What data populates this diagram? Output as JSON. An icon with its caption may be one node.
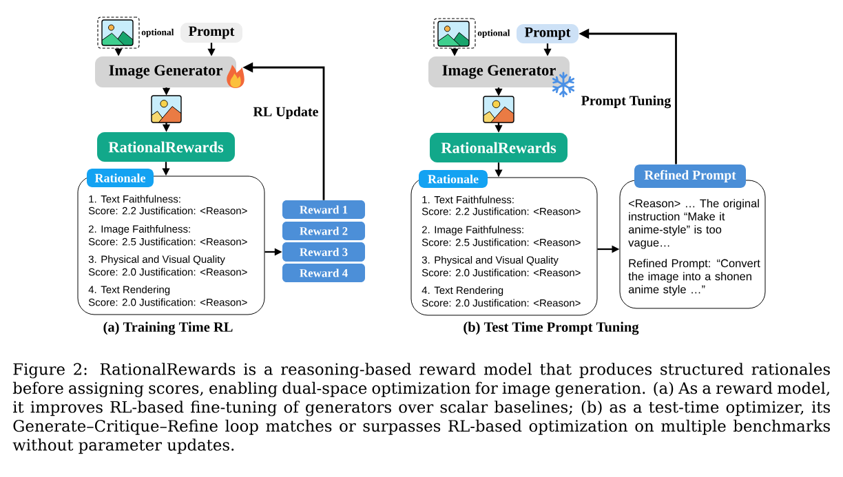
{
  "diagram": {
    "caption": "Figure 2: RationalRewards is a reasoning-based reward model that produces structured rationales before assigning scores, enabling dual-space optimization for image generation. (a) As a reward model, it improves RL-based fine-tuning of generators over scalar baselines; (b) as a test-time optimizer, its Generate–Critique–Refine loop matches or surpasses RL-based optimization on multiple benchmarks without parameter updates.",
    "nodes": [
      {
        "text": [],
        "shape": "picture",
        "beside": [
          "optional"
        ]
      },
      {
        "text": [
          "Prompt"
        ]
      },
      {
        "text": [
          "Image Generator"
        ]
      },
      {
        "text": [],
        "shape": "picture"
      },
      {
        "text": [
          "RationalRewards"
        ]
      },
      {
        "text": [
          "Rationale",
          "1. Text Faithfulness:",
          "Score: 2.2 Justification: <Reason>",
          "2. Image Faithfulness:",
          "Score: 2.5 Justification: <Reason>",
          "3. Physical and Visual Quality",
          "Score: 2.0 Justification: <Reason>",
          "4. Text Rendering",
          "Score: 2.0 Justification: <Reason>"
        ]
      },
      {
        "text": [
          "Reward 1"
        ]
      },
      {
        "text": [
          "Reward 2"
        ]
      },
      {
        "text": [
          "Reward 3"
        ]
      },
      {
        "text": [
          "Reward 4"
        ]
      },
      {
        "text": [],
        "shape": "picture",
        "beside": [
          "optional"
        ]
      },
      {
        "text": [
          "Prompt"
        ]
      },
      {
        "text": [
          "Image Generator"
        ]
      },
      {
        "text": [],
        "shape": "picture"
      },
      {
        "text": [
          "RationalRewards"
        ]
      },
      {
        "text": [
          "Rationale",
          "1. Text Faithfulness:",
          "Score: 2.2 Justification: <Reason>",
          "2. Image Faithfulness:",
          "Score: 2.5 Justification: <Reason>",
          "3. Physical and Visual Quality",
          "Score: 2.0 Justification: <Reason>",
          "4. Text Rendering",
          "Score: 2.0 Justification: <Reason>"
        ]
      },
      {
        "text": [
          "Refined Prompt",
          "<Reason> … The original instruction “Make it anime-style” is too vague…",
          "Refined Prompt: “Convert the image into a shonen anime style …”"
        ]
      }
    ],
    "edges": [
      {
        "from": 0,
        "to": 2,
        "arrow": "to",
        "style": "dashed"
      },
      {
        "from": 1,
        "to": 2,
        "arrow": "to"
      },
      {
        "from": 2,
        "to": 3,
        "arrow": "to"
      },
      {
        "from": 3,
        "to": 4,
        "arrow": "to"
      },
      {
        "from": 4,
        "to": 5,
        "arrow": "to"
      },
      {
        "from": 5,
        "to": 8,
        "arrow": "to"
      },
      {
        "from": 6,
        "to": 2,
        "arrow": "to",
        "label": "RL Update"
      },
      {
        "from": 10,
        "to": 12,
        "arrow": "to",
        "style": "dashed"
      },
      {
        "from": 11,
        "to": 12,
        "arrow": "to"
      },
      {
        "from": 12,
        "to": 13,
        "arrow": "to"
      },
      {
        "from": 13,
        "to": 14,
        "arrow": "to"
      },
      {
        "from": 14,
        "to": 15,
        "arrow": "to"
      },
      {
        "from": 15,
        "to": 16,
        "arrow": "to"
      },
      {
        "from": 16,
        "to": 11,
        "arrow": "to",
        "label": "Prompt Tuning"
      }
    ],
    "labels": [
      "(a) Training Time RL",
      "(b) Test Time Prompt Tuning"
    ]
  }
}
